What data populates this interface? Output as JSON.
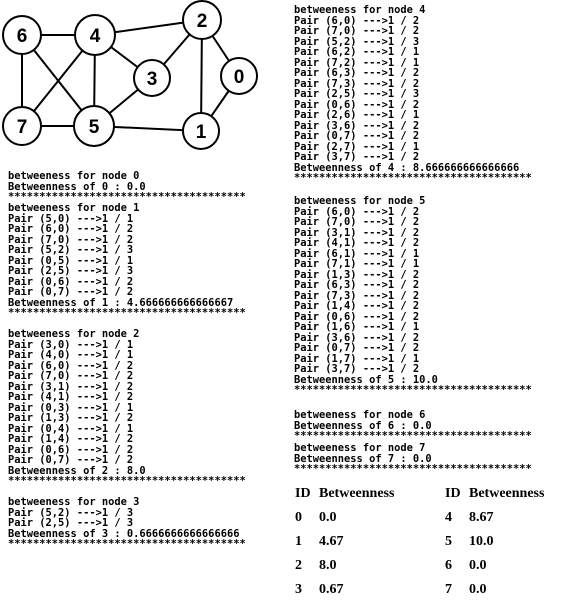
{
  "graph": {
    "nodes": [
      {
        "id": "0",
        "label": "0"
      },
      {
        "id": "1",
        "label": "1"
      },
      {
        "id": "2",
        "label": "2"
      },
      {
        "id": "3",
        "label": "3"
      },
      {
        "id": "4",
        "label": "4"
      },
      {
        "id": "5",
        "label": "5"
      },
      {
        "id": "6",
        "label": "6"
      },
      {
        "id": "7",
        "label": "7"
      }
    ],
    "edges": [
      [
        "6",
        "4"
      ],
      [
        "6",
        "7"
      ],
      [
        "6",
        "5"
      ],
      [
        "4",
        "7"
      ],
      [
        "4",
        "5"
      ],
      [
        "4",
        "2"
      ],
      [
        "4",
        "3"
      ],
      [
        "7",
        "5"
      ],
      [
        "5",
        "3"
      ],
      [
        "5",
        "1"
      ],
      [
        "2",
        "3"
      ],
      [
        "2",
        "1"
      ],
      [
        "2",
        "0"
      ],
      [
        "0",
        "1"
      ]
    ]
  },
  "left_blocks": [
    {
      "lines": [
        "betweeness for node 0",
        "Betweenness of 0 : 0.0",
        "**************************************"
      ]
    },
    {
      "lines": [
        "betweeness for node 1",
        "Pair (5,0) --->1 / 1",
        "Pair (6,0) --->1 / 2",
        "Pair (7,0) --->1 / 2",
        "Pair (5,2) --->1 / 3",
        "Pair (0,5) --->1 / 1",
        "Pair (2,5) --->1 / 3",
        "Pair (0,6) --->1 / 2",
        "Pair (0,7) --->1 / 2",
        "Betweenness of 1 : 4.666666666666667",
        "**************************************"
      ]
    },
    {
      "lines": [
        "betweeness for node 2",
        "Pair (3,0) --->1 / 1",
        "Pair (4,0) --->1 / 1",
        "Pair (6,0) --->1 / 2",
        "Pair (7,0) --->1 / 2",
        "Pair (3,1) --->1 / 2",
        "Pair (4,1) --->1 / 2",
        "Pair (0,3) --->1 / 1",
        "Pair (1,3) --->1 / 2",
        "Pair (0,4) --->1 / 1",
        "Pair (1,4) --->1 / 2",
        "Pair (0,6) --->1 / 2",
        "Pair (0,7) --->1 / 2",
        "Betweenness of 2 : 8.0",
        "**************************************"
      ]
    },
    {
      "lines": [
        "betweeness for node 3",
        "Pair (5,2) --->1 / 3",
        "Pair (2,5) --->1 / 3",
        "Betweenness of 3 : 0.6666666666666666",
        "**************************************"
      ]
    }
  ],
  "right_blocks": [
    {
      "lines": [
        "betweeness for node 4",
        "Pair (6,0) --->1 / 2",
        "Pair (7,0) --->1 / 2",
        "Pair (5,2) --->1 / 3",
        "Pair (6,2) --->1 / 1",
        "Pair (7,2) --->1 / 1",
        "Pair (6,3) --->1 / 2",
        "Pair (7,3) --->1 / 2",
        "Pair (2,5) --->1 / 3",
        "Pair (0,6) --->1 / 2",
        "Pair (2,6) --->1 / 1",
        "Pair (3,6) --->1 / 2",
        "Pair (0,7) --->1 / 2",
        "Pair (2,7) --->1 / 1",
        "Pair (3,7) --->1 / 2",
        "Betweenness of 4 : 8.666666666666666",
        "**************************************"
      ]
    },
    {
      "lines": [
        "betweeness for node 5",
        "Pair (6,0) --->1 / 2",
        "Pair (7,0) --->1 / 2",
        "Pair (3,1) --->1 / 2",
        "Pair (4,1) --->1 / 2",
        "Pair (6,1) --->1 / 1",
        "Pair (7,1) --->1 / 1",
        "Pair (1,3) --->1 / 2",
        "Pair (6,3) --->1 / 2",
        "Pair (7,3) --->1 / 2",
        "Pair (1,4) --->1 / 2",
        "Pair (0,6) --->1 / 2",
        "Pair (1,6) --->1 / 1",
        "Pair (3,6) --->1 / 2",
        "Pair (0,7) --->1 / 2",
        "Pair (1,7) --->1 / 1",
        "Pair (3,7) --->1 / 2",
        "Betweenness of 5 : 10.0",
        "**************************************"
      ]
    },
    {
      "lines": [
        "betweeness for node 6",
        "Betweenness of 6 : 0.0",
        "**************************************"
      ]
    },
    {
      "lines": [
        "betweeness for node 7",
        "Betweenness of 7 : 0.0",
        "**************************************"
      ]
    }
  ],
  "summary_table": {
    "header": {
      "id": "ID",
      "value": "Betweenness"
    },
    "left_rows": [
      {
        "id": "0",
        "value": "0.0"
      },
      {
        "id": "1",
        "value": "4.67"
      },
      {
        "id": "2",
        "value": "8.0"
      },
      {
        "id": "3",
        "value": "0.67"
      }
    ],
    "right_rows": [
      {
        "id": "4",
        "value": "8.67"
      },
      {
        "id": "5",
        "value": "10.0"
      },
      {
        "id": "6",
        "value": "0.0"
      },
      {
        "id": "7",
        "value": "0.0"
      }
    ]
  }
}
